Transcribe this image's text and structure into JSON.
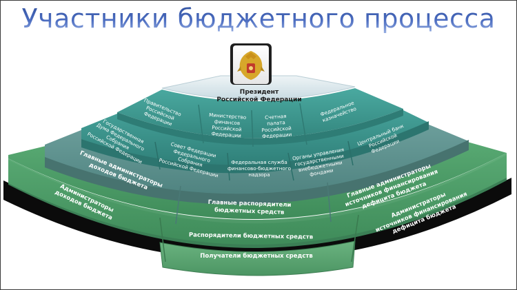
{
  "title": "Участники бюджетного процесса",
  "emblem": {
    "icon": "coat-of-arms-icon",
    "label": "Государственный герб"
  },
  "apex": {
    "label_line1": "Президент",
    "label_line2": "Российской Федерации"
  },
  "tier1": [
    {
      "lines": [
        "Правительство",
        "Российской",
        "Федерации"
      ]
    },
    {
      "lines": [
        "Министерство",
        "финансов",
        "Российской",
        "Федерации"
      ]
    },
    {
      "lines": [
        "Счетная",
        "палата",
        "Российской",
        "Федерации"
      ]
    },
    {
      "lines": [
        "Федеральное",
        "казначейство"
      ]
    }
  ],
  "tier2": [
    {
      "lines": [
        "Государственная",
        "Дума Федерального",
        "Собрания",
        "Российской Федерации"
      ]
    },
    {
      "lines": [
        "Совет Федерации",
        "Федерального",
        "Собрания",
        "Российской Федерации"
      ]
    },
    {
      "lines": [
        "Федеральная служба",
        "финансово-бюджетного",
        "надзора"
      ]
    },
    {
      "lines": [
        "Органы управления",
        "государственными",
        "внебюджетными",
        "фондами"
      ]
    },
    {
      "lines": [
        "Центральный банк",
        "Российской",
        "Федерации"
      ]
    }
  ],
  "tier3": [
    {
      "lines": [
        "Главные администраторы",
        "доходов бюджета"
      ]
    },
    {
      "lines": [
        "Главные распорядители",
        "бюджетных средств"
      ]
    },
    {
      "lines": [
        "Главные администраторы",
        "источников финансирования",
        "дефицита бюджета"
      ]
    }
  ],
  "tier4": [
    {
      "lines": [
        "Администраторы",
        "доходов бюджета"
      ]
    },
    {
      "lines": [
        "Распорядители бюджетных средств"
      ]
    },
    {
      "lines": [
        "Администраторы",
        "источников финансирования",
        "дефицита бюджета"
      ]
    }
  ],
  "tier5": {
    "label": "Получатели бюджетных средств"
  },
  "colors": {
    "title_blue": "#3a5bb0",
    "apex": "#dfe9ee",
    "tier1": "#3f9b92",
    "tier2": "#3a8f88",
    "tier3": "#5a8f8c",
    "tier4": "#4e9a68",
    "tier5": "#5aa574",
    "shadow": "#0b0b0b"
  }
}
